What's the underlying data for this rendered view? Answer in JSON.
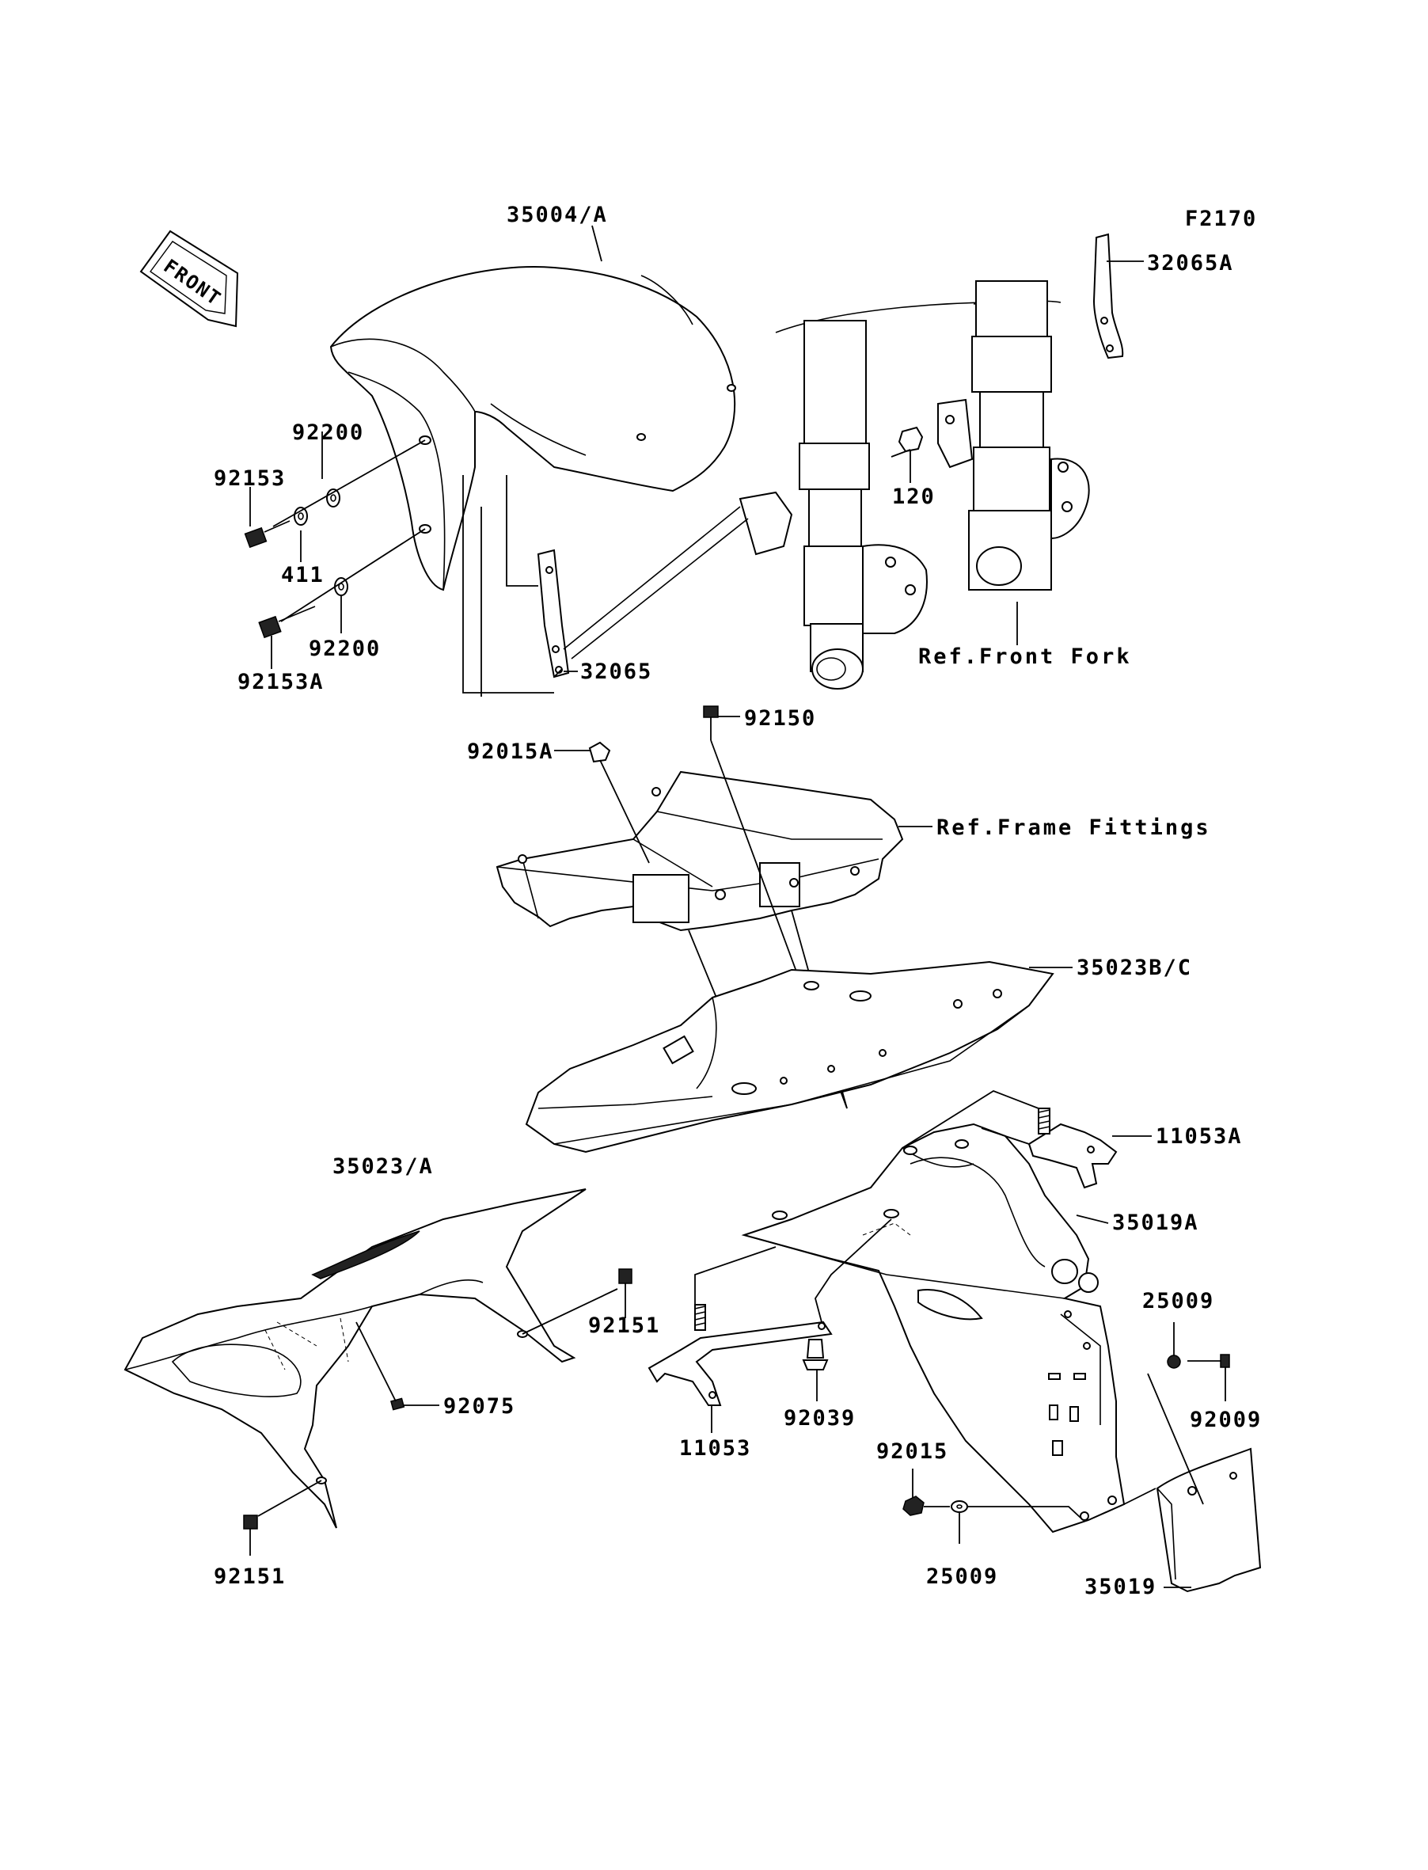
{
  "figure_code": "F2170",
  "direction_badge": "FRONT",
  "labels": {
    "p35004A": "35004/A",
    "p32065A": "32065A",
    "p92200a": "92200",
    "p92153": "92153",
    "p120": "120",
    "p411": "411",
    "p92200b": "92200",
    "p92153A": "92153A",
    "p32065": "32065",
    "refFrontFork": "Ref.Front Fork",
    "p92150": "92150",
    "p92015A": "92015A",
    "refFrameFittings": "Ref.Frame Fittings",
    "p35023BC": "35023B/C",
    "p11053A": "11053A",
    "p35023A": "35023/A",
    "p35019A": "35019A",
    "p92151a": "92151",
    "p25009a": "25009",
    "p92075": "92075",
    "p92009": "92009",
    "p11053": "11053",
    "p92039": "92039",
    "p92015": "92015",
    "p92151b": "92151",
    "p25009b": "25009",
    "p35019": "35019"
  }
}
